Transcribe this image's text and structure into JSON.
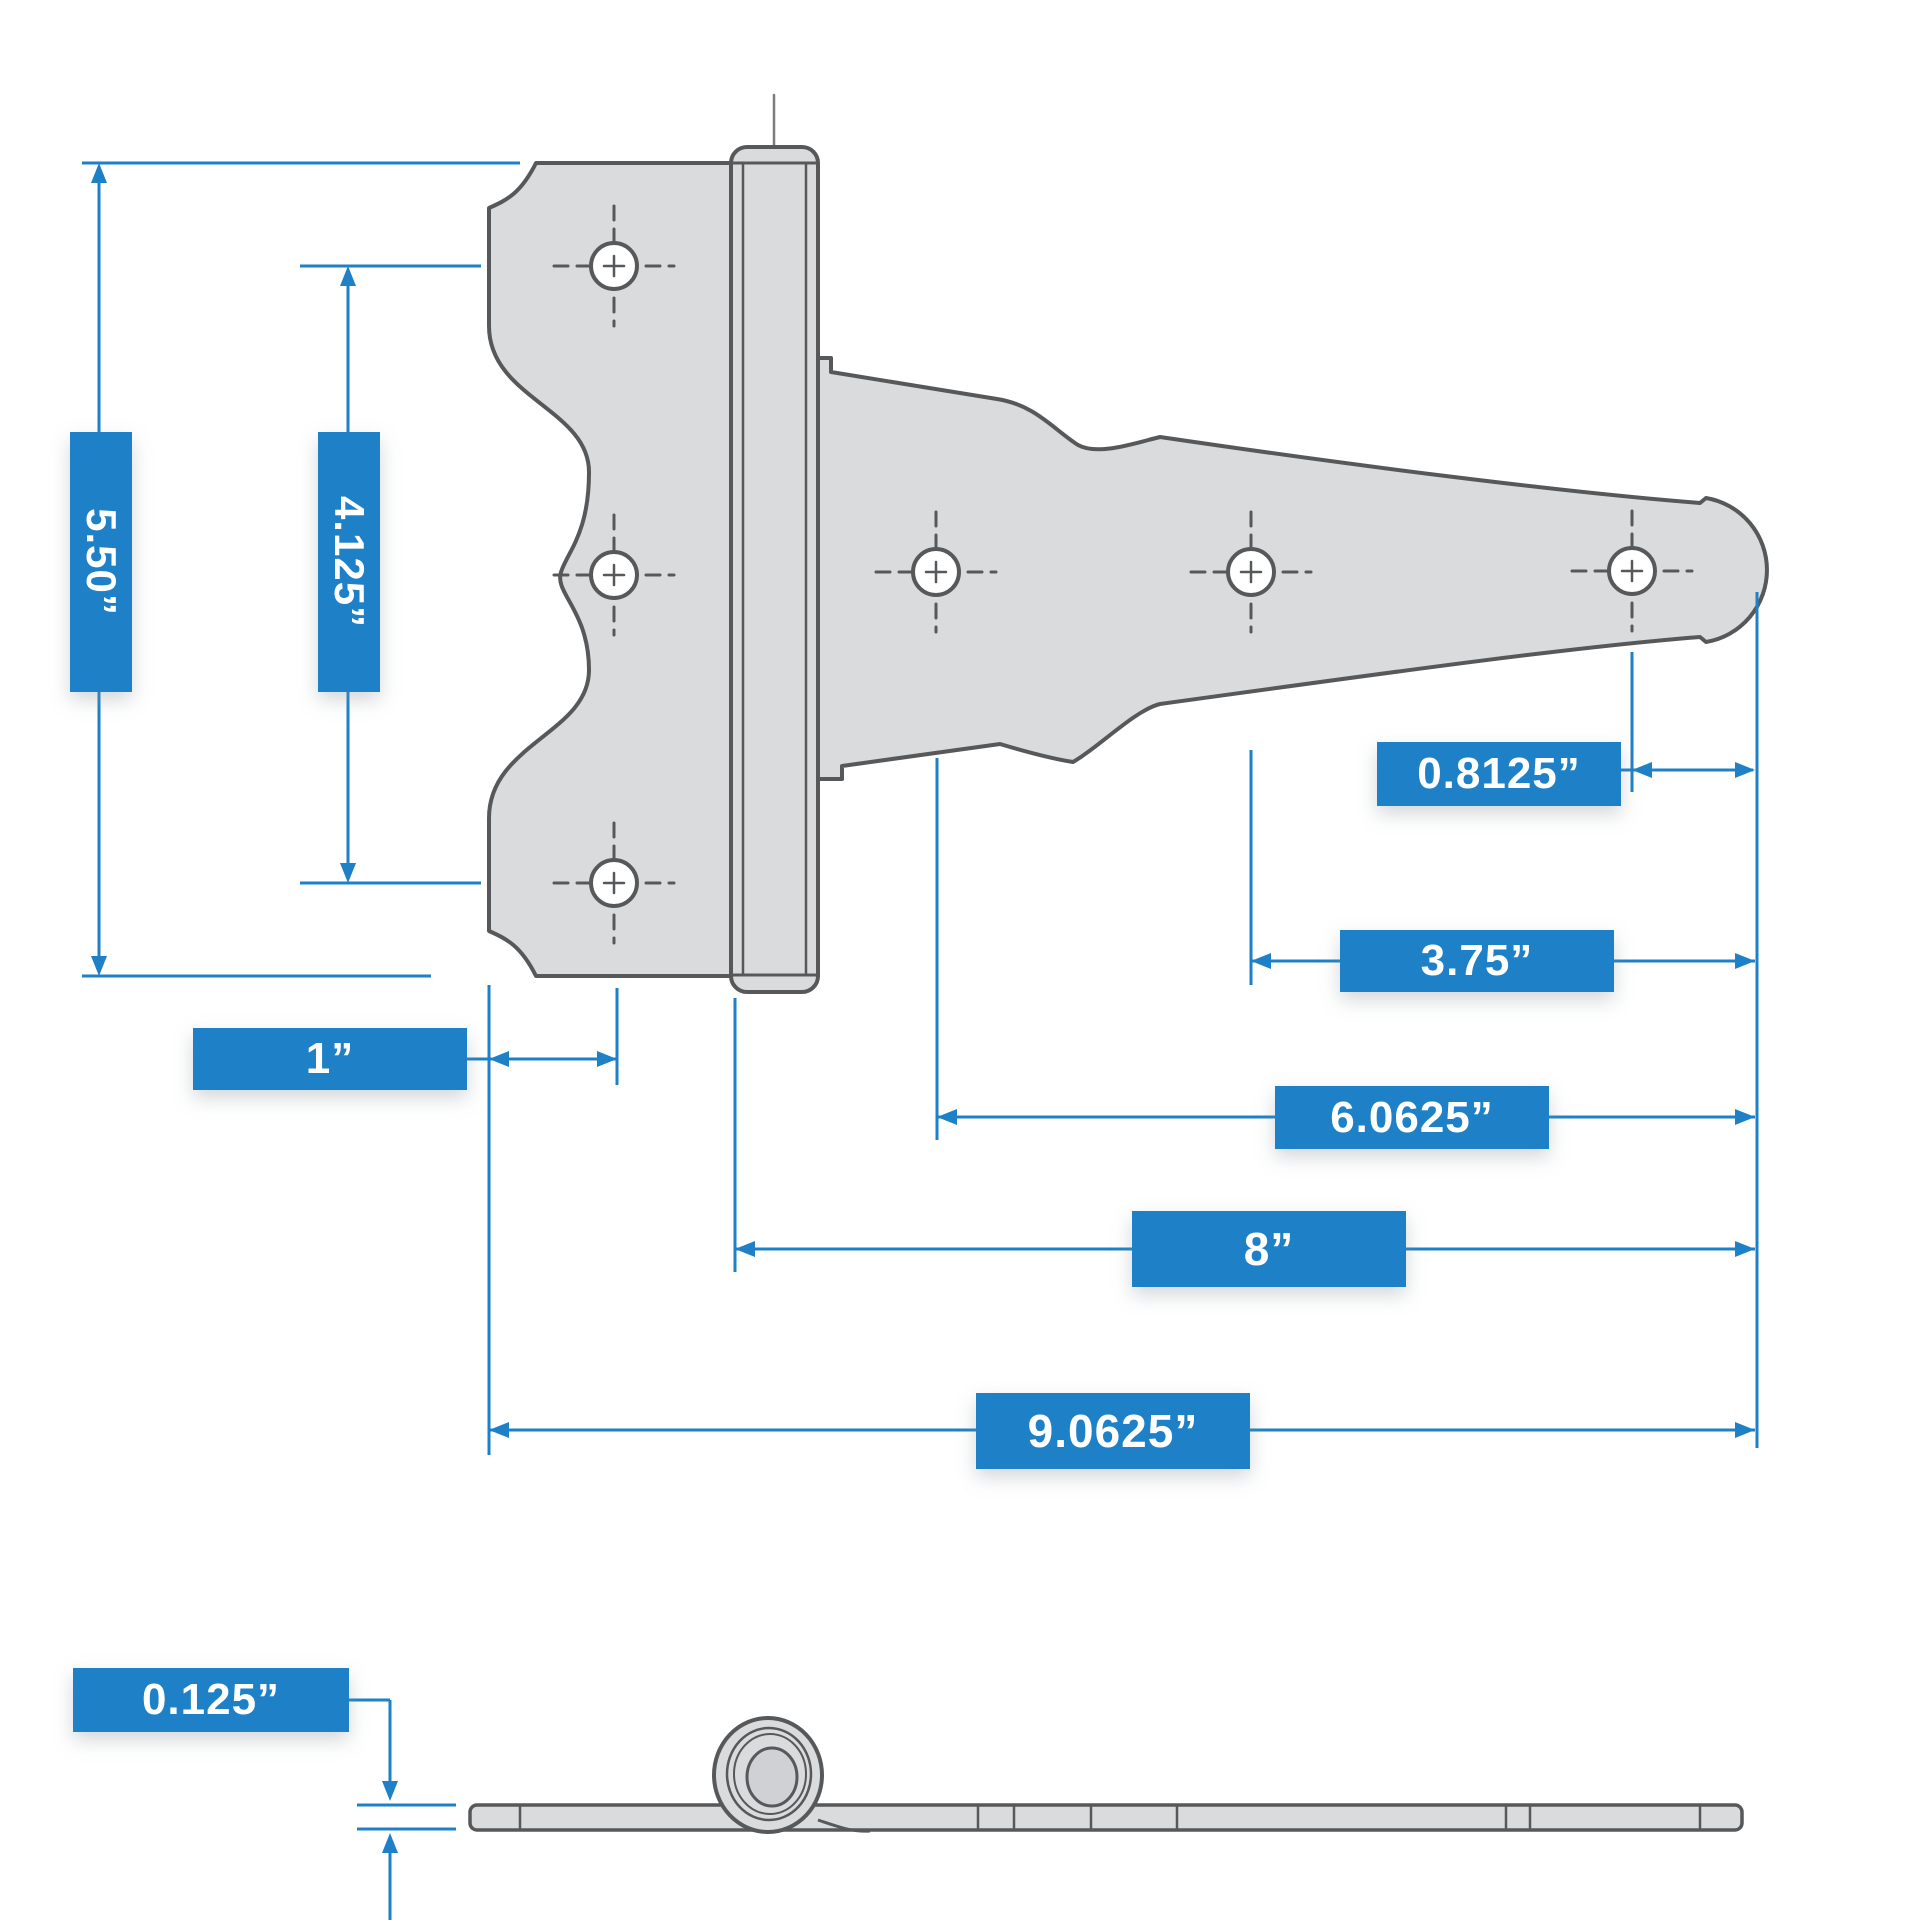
{
  "title": "T-hinge dimensioned technical drawing (front view and side profile)",
  "units": "inches",
  "colors": {
    "dimension_blue": "#1E80C6",
    "part_fill": "#D9DBDD",
    "part_stroke": "#56585A",
    "background": "#FFFFFF",
    "label_text": "#FFFFFF"
  },
  "front_view": {
    "description": "T-hinge: scalloped gate-leaf plate on left, barrel/pin in middle, tapered decorative strap with rounded tip on right, six screw holes with dashed crosshairs"
  },
  "side_view": {
    "description": "Edge-on profile: thin flat bar with rolled hinge knuckle scroll"
  },
  "labels": {
    "overall_height": "5.50”",
    "vertical_hole_spacing": "4.125”",
    "tip_to_end_hole": "0.8125”",
    "tip_to_mid_strap_hole": "3.75”",
    "plate_edge_to_hole": "1”",
    "strap_hole_span": "6.0625”",
    "strap_length": "8”",
    "overall_length": "9.0625”",
    "material_thickness": "0.125”"
  }
}
